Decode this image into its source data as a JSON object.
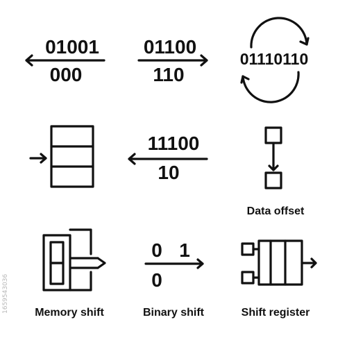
{
  "icons": {
    "shift_left": {
      "top": "01001",
      "bottom": "000"
    },
    "shift_right": {
      "top": "01100",
      "bottom": "110"
    },
    "rotate": {
      "value": "01110110"
    },
    "shift_left_2": {
      "top": "11100",
      "bottom": "10"
    },
    "data_offset": {
      "label": "Data offset"
    },
    "memory_shift": {
      "label": "Memory shift"
    },
    "binary_shift": {
      "top_left": "0",
      "top_right": "1",
      "bottom": "0",
      "label": "Binary shift"
    },
    "shift_register": {
      "label": "Shift register"
    }
  },
  "watermark": {
    "id": "1659543036"
  },
  "colors": {
    "ink": "#111111",
    "background": "#ffffff"
  }
}
